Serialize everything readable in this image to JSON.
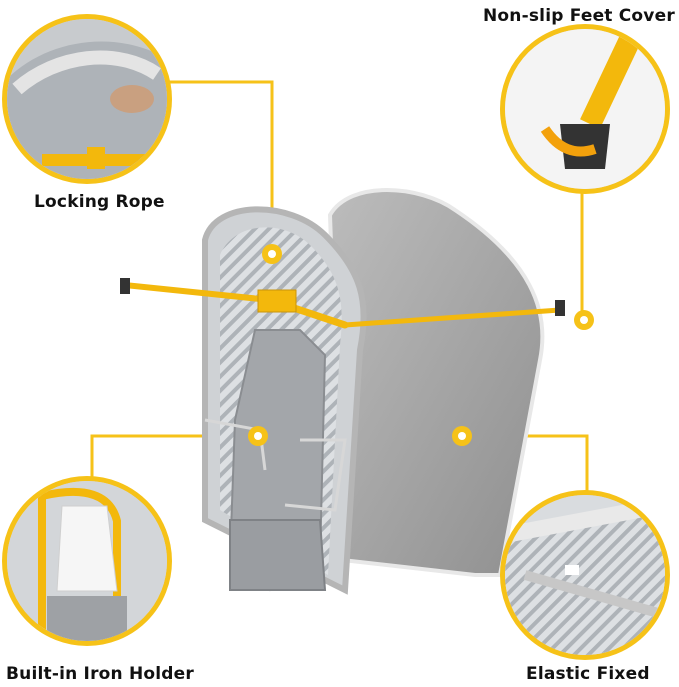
{
  "callouts": {
    "top_left": {
      "label": "Locking Rope"
    },
    "top_right": {
      "label": "Non-slip Feet Cover"
    },
    "bottom_left": {
      "label": "Built-in Iron Holder"
    },
    "bottom_right": {
      "label": "Elastic Fixed"
    }
  },
  "colors": {
    "accent": "#f6c218",
    "board_cover": "#a8a8a8",
    "mesh": "#c9ccd0",
    "frame_yellow": "#f3b80c"
  }
}
